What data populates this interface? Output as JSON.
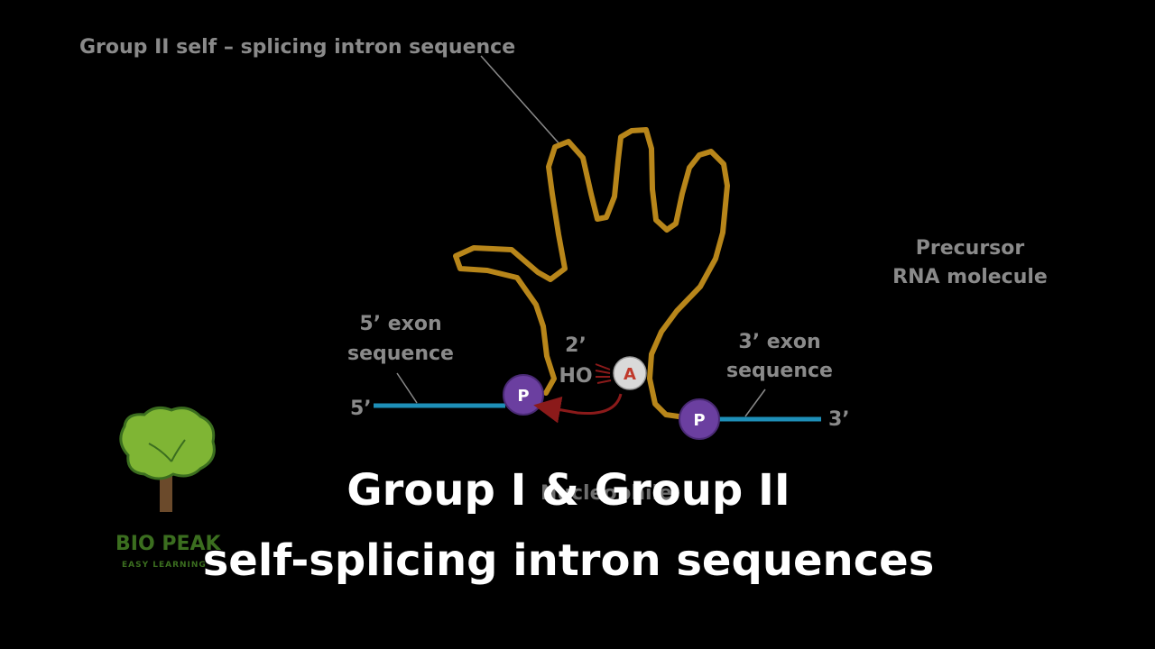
{
  "labels": {
    "intron_label": "Group II self – splicing intron sequence",
    "precursor_line1": "Precursor",
    "precursor_line2": "RNA molecule",
    "exon5_line1": "5’ exon",
    "exon5_line2": "sequence",
    "exon3_line1": "3’ exon",
    "exon3_line2": "sequence",
    "end5": "5’",
    "end3": "3’",
    "two_prime": "2’",
    "ho": "HO",
    "adenosine": "A",
    "phosphate_left": "P",
    "phosphate_right": "P",
    "hidden_fragment": "Nucleophile"
  },
  "overlay": {
    "line1": "Group I & Group II",
    "line2": "self-splicing intron sequences"
  },
  "logo": {
    "name": "BIO PEAK",
    "tagline": "EASY LEARNING"
  },
  "colors": {
    "background": "#000000",
    "intron": "#b8861a",
    "exon": "#1e8fb8",
    "phosphate": "#6b3fa0",
    "adenosine_fill": "#d9d9d9",
    "adenosine_text": "#c0392b",
    "arrow": "#8b1a1a",
    "label_gray": "#8a8a8a",
    "title_white": "#ffffff",
    "logo_green": "#3b6e1f"
  }
}
